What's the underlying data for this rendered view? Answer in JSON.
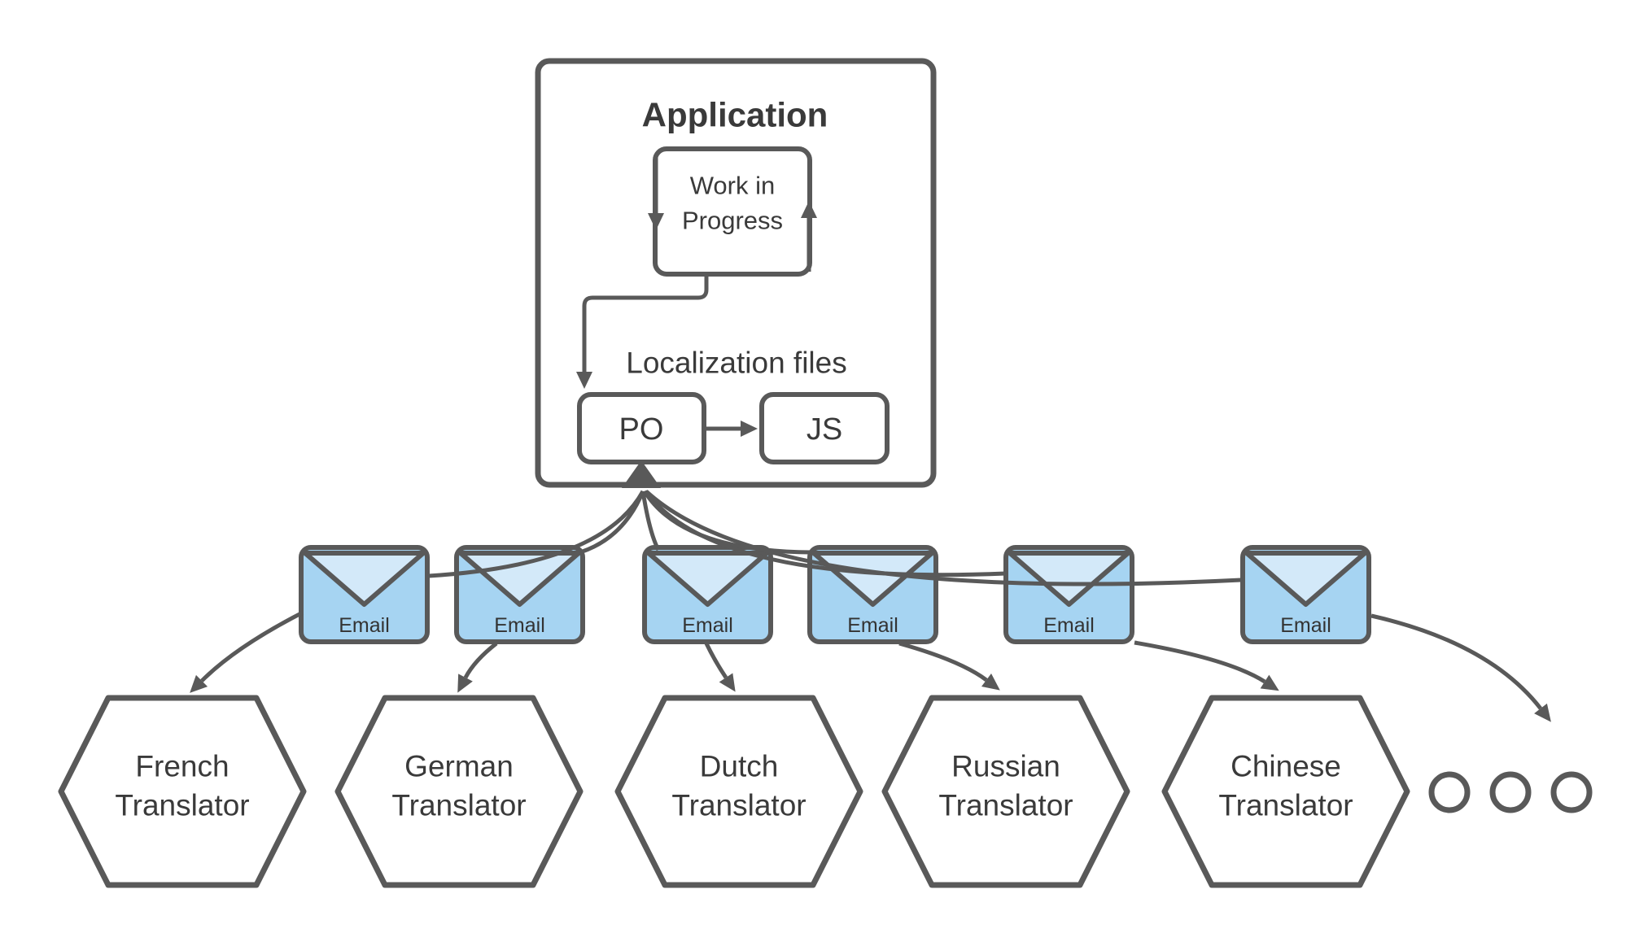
{
  "application": {
    "title": "Application",
    "wip": {
      "line1": "Work in",
      "line2": "Progress"
    },
    "localization_label": "Localization files",
    "po_label": "PO",
    "js_label": "JS"
  },
  "emails": [
    {
      "label": "Email"
    },
    {
      "label": "Email"
    },
    {
      "label": "Email"
    },
    {
      "label": "Email"
    },
    {
      "label": "Email"
    },
    {
      "label": "Email"
    }
  ],
  "translators": [
    {
      "line1": "French",
      "line2": "Translator"
    },
    {
      "line1": "German",
      "line2": "Translator"
    },
    {
      "line1": "Dutch",
      "line2": "Translator"
    },
    {
      "line1": "Russian",
      "line2": "Translator"
    },
    {
      "line1": "Chinese",
      "line2": "Translator"
    }
  ],
  "ellipsis": {
    "circle_count": 3
  },
  "colors": {
    "stroke": "#595959",
    "text": "#3a3a3a",
    "envelope_body": "#a6d4f2",
    "envelope_flap": "#d3e9f9",
    "background": "#ffffff"
  }
}
